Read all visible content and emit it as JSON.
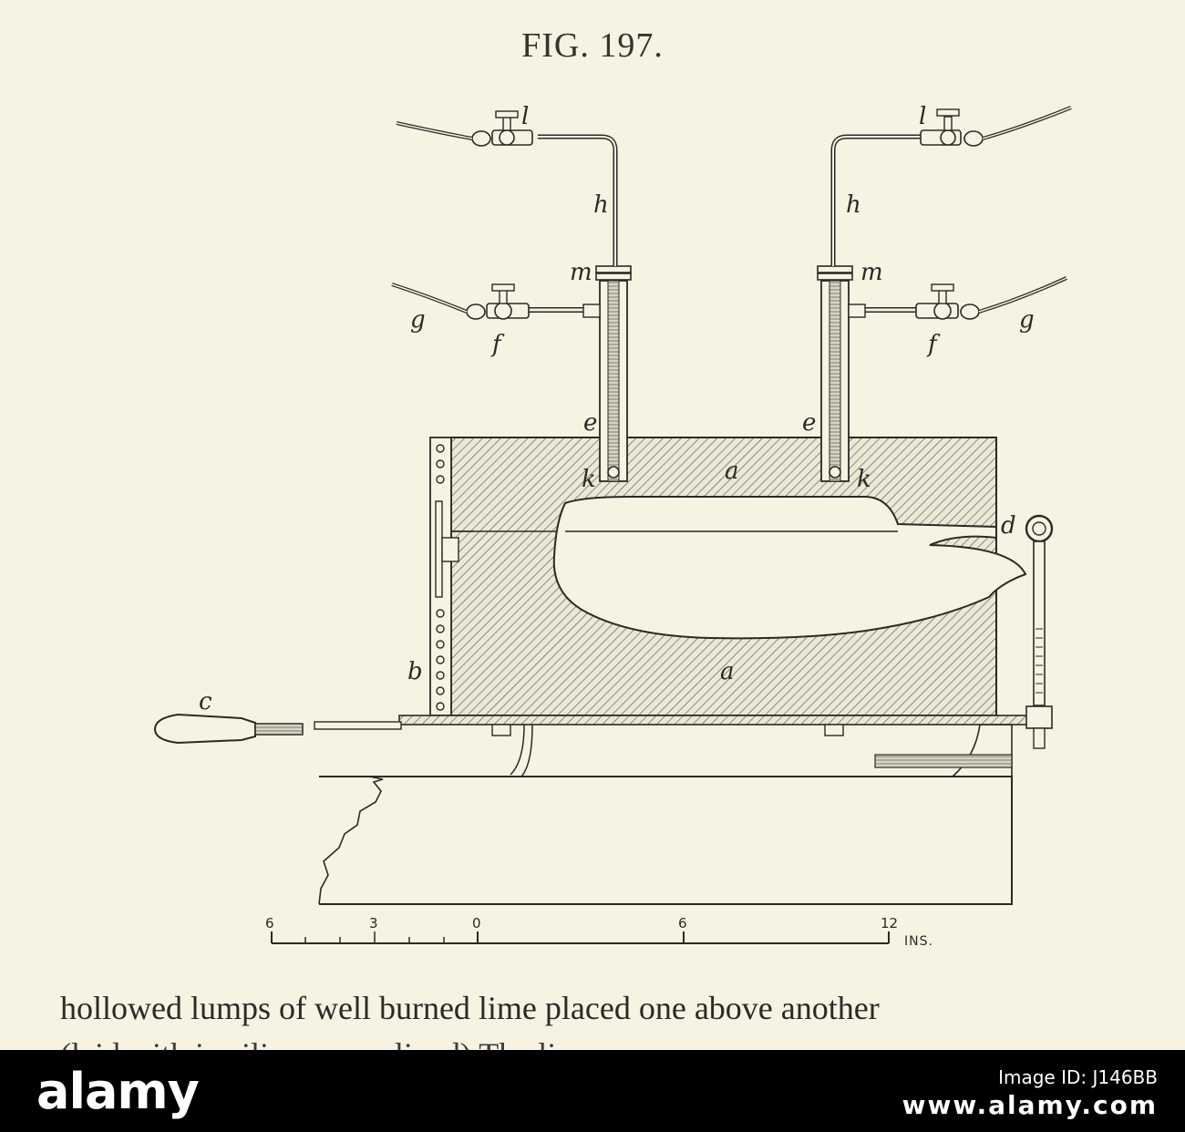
{
  "figure": {
    "title": "FIG. 197.",
    "labels": {
      "l": "l",
      "h": "h",
      "m": "m",
      "g": "g",
      "f": "f",
      "e": "e",
      "k": "k",
      "a": "a",
      "d": "d",
      "b": "b",
      "c": "c"
    },
    "scale": {
      "ticks": [
        "6",
        "3",
        "0",
        "6",
        "12"
      ],
      "unit": "INS."
    }
  },
  "text": {
    "line1": "hollowed lumps of well burned lime placed one above another",
    "line2": "(laid with in silica ... a ... lined) The lime"
  },
  "watermark": {
    "brand": "alamy",
    "line1": "Image ID: J146BB",
    "line2": "www.alamy.com"
  }
}
